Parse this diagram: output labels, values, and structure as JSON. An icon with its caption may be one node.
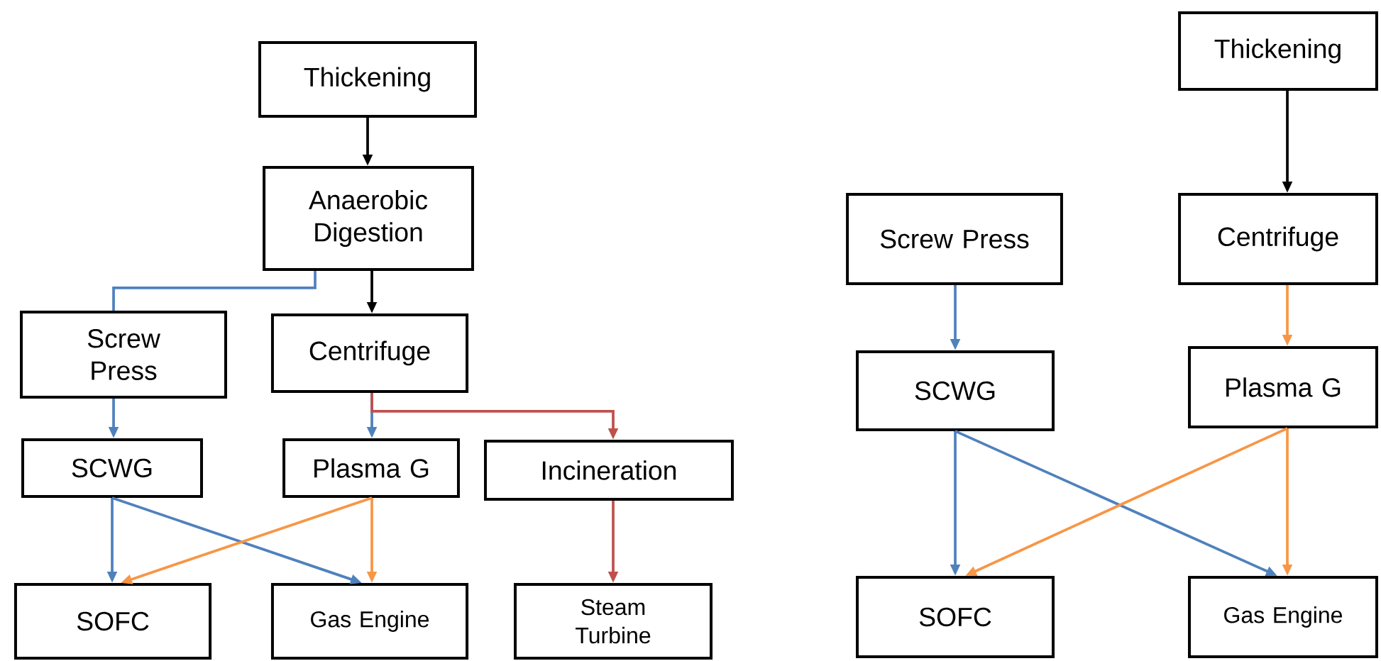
{
  "diagram": {
    "nodes": [
      {
        "text": [
          "Thickening"
        ]
      },
      {
        "text": [
          "Anaerobic Digestion"
        ]
      },
      {
        "text": [
          "Screw Press"
        ]
      },
      {
        "text": [
          "Centrifuge"
        ]
      },
      {
        "text": [
          "SCWG"
        ]
      },
      {
        "text": [
          "Plasma G"
        ]
      },
      {
        "text": [
          "Incineration"
        ]
      },
      {
        "text": [
          "SOFC"
        ]
      },
      {
        "text": [
          "Gas Engine"
        ]
      },
      {
        "text": [
          "Steam Turbine"
        ]
      },
      {
        "text": [
          "Thickening"
        ]
      },
      {
        "text": [
          "Screw Press"
        ]
      },
      {
        "text": [
          "Centrifuge"
        ]
      },
      {
        "text": [
          "SCWG"
        ]
      },
      {
        "text": [
          "Plasma G"
        ]
      },
      {
        "text": [
          "SOFC"
        ]
      },
      {
        "text": [
          "Gas Engine"
        ]
      }
    ],
    "edges": [
      {
        "from": 0,
        "to": 1,
        "arrow": "to",
        "color": "#000000"
      },
      {
        "from": 1,
        "to": 2,
        "arrow": "none",
        "color": "#4f81bd"
      },
      {
        "from": 1,
        "to": 3,
        "arrow": "to",
        "color": "#000000"
      },
      {
        "from": 2,
        "to": 4,
        "arrow": "to",
        "color": "#4f81bd"
      },
      {
        "from": 3,
        "to": 5,
        "arrow": "to",
        "color": "#4f81bd"
      },
      {
        "from": 3,
        "to": 6,
        "arrow": "to",
        "color": "#c0504d"
      },
      {
        "from": 4,
        "to": 7,
        "arrow": "to",
        "color": "#4f81bd"
      },
      {
        "from": 4,
        "to": 8,
        "arrow": "to",
        "color": "#4f81bd"
      },
      {
        "from": 5,
        "to": 7,
        "arrow": "to",
        "color": "#f79646"
      },
      {
        "from": 5,
        "to": 8,
        "arrow": "to",
        "color": "#f79646"
      },
      {
        "from": 6,
        "to": 9,
        "arrow": "to",
        "color": "#c0504d"
      },
      {
        "from": 10,
        "to": 12,
        "arrow": "to",
        "color": "#000000"
      },
      {
        "from": 11,
        "to": 13,
        "arrow": "to",
        "color": "#4f81bd"
      },
      {
        "from": 12,
        "to": 14,
        "arrow": "to",
        "color": "#f79646"
      },
      {
        "from": 13,
        "to": 15,
        "arrow": "to",
        "color": "#4f81bd"
      },
      {
        "from": 13,
        "to": 16,
        "arrow": "to",
        "color": "#4f81bd"
      },
      {
        "from": 14,
        "to": 15,
        "arrow": "to",
        "color": "#f79646"
      },
      {
        "from": 14,
        "to": 16,
        "arrow": "to",
        "color": "#f79646"
      }
    ]
  }
}
